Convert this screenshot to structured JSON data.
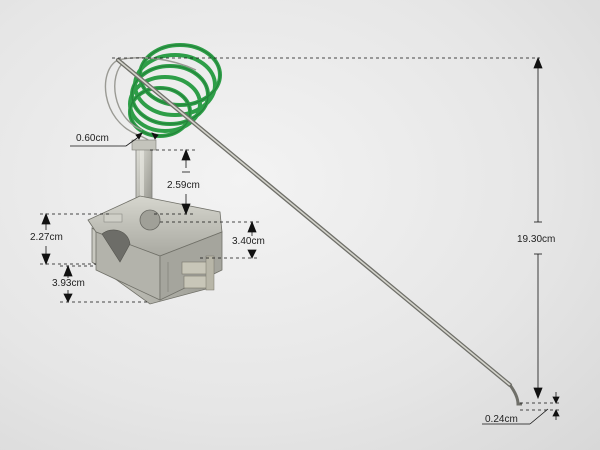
{
  "dimensions": {
    "capillary_diameter": "0.60cm",
    "shaft_height": "2.59cm",
    "body_height": "2.27cm",
    "terminal_height": "3.40cm",
    "body_depth": "3.93cm",
    "probe_length": "19.30cm",
    "probe_tip_diameter": "0.24cm"
  },
  "colors": {
    "background": "#e8e8e8",
    "capillary_coil": "#2e9e48",
    "metal": "#b9b9b2",
    "dimension_line": "#111111"
  }
}
